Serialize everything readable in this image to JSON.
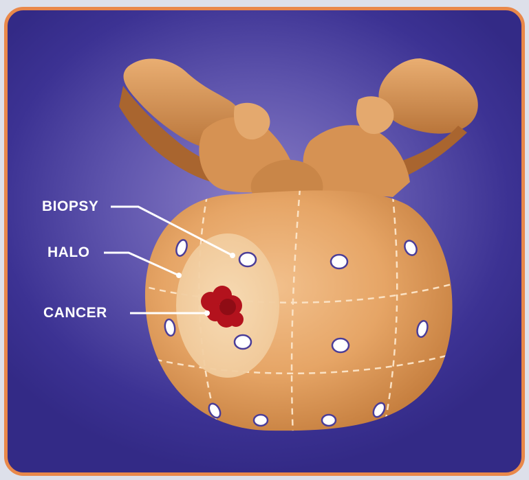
{
  "labels": {
    "biopsy": "BIOPSY",
    "halo": "HALO",
    "cancer": "CANCER"
  },
  "colors": {
    "border": "#e9884a",
    "background": "#4a3fa0",
    "prostate": "#e7a768",
    "halo": "#f3cfa3",
    "cancer": "#b3121d",
    "biopsy_ring": "#4a3d98"
  }
}
